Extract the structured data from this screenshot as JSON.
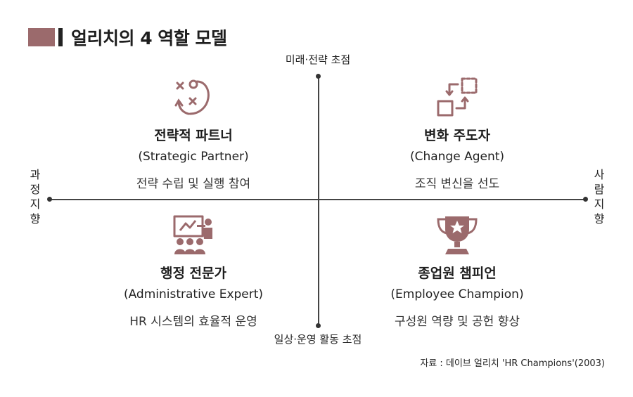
{
  "title": "얼리치의 4 역할 모델",
  "axes": {
    "top": "미래·전략 초점",
    "bottom": "일상·운영 활동 초점",
    "left": "과정지향",
    "right": "사람지향"
  },
  "quadrants": [
    {
      "title": "전략적 파트너",
      "english": "(Strategic Partner)",
      "description": "전략 수립 및 실행 참여",
      "icon": "strategy-play-icon"
    },
    {
      "title": "변화 주도자",
      "english": "(Change Agent)",
      "description": "조직 변신을 선도",
      "icon": "change-transform-icon"
    },
    {
      "title": "행정 전문가",
      "english": "(Administrative Expert)",
      "description": "HR 시스템의 효율적 운영",
      "icon": "presentation-team-icon"
    },
    {
      "title": "종업원 챔피언",
      "english": "(Employee Champion)",
      "description": "구성원 역량 및 공헌 향상",
      "icon": "trophy-icon"
    }
  ],
  "source": "자료 : 데이브 얼리치 'HR Champions'(2003)",
  "colors": {
    "accent": "#9b6a6c",
    "text": "#1e1e1e"
  }
}
